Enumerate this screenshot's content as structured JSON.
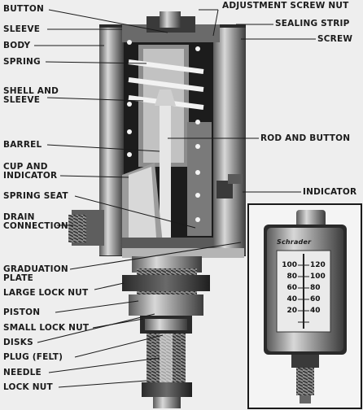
{
  "labels": {
    "button": "BUTTON",
    "sleeve": "SLEEVE",
    "body": "BODY",
    "spring": "SPRING",
    "shell_and_sleeve": "SHELL AND\nSLEEVE",
    "barrel": "BARREL",
    "cup_and_indicator": "CUP AND\nINDICATOR",
    "spring_seat": "SPRING SEAT",
    "drain_connection": "DRAIN\nCONNECTION",
    "graduation_plate": "GRADUATION\nPLATE",
    "large_lock_nut": "LARGE LOCK NUT",
    "piston": "PISTON",
    "small_lock_nut": "SMALL LOCK NUT",
    "disks": "DISKS",
    "plug_felt": "PLUG (FELT)",
    "needle": "NEEDLE",
    "lock_nut": "LOCK NUT",
    "adjustment_screw_nut": "ADJUSTMENT SCREW NUT",
    "sealing_strip": "SEALING STRIP",
    "screw": "SCREW",
    "rod_and_button": "ROD AND BUTTON",
    "indicator": "INDICATOR"
  },
  "inset": {
    "brand": "Schrader",
    "scale_left": [
      "100",
      "80",
      "60",
      "40",
      "20"
    ],
    "scale_right": [
      "120",
      "100",
      "80",
      "60",
      "40"
    ]
  }
}
